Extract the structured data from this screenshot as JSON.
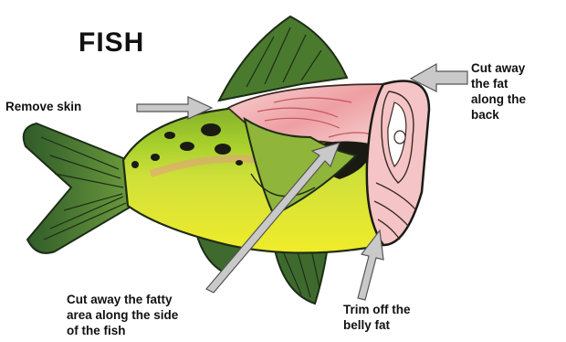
{
  "title": "FISH",
  "labels": {
    "remove_skin": "Remove skin",
    "cut_back": "Cut away\nthe fat\nalong the\nback",
    "cut_side": "Cut away the fatty\narea along the side\nof the fish",
    "trim_belly": "Trim off the\nbelly fat"
  },
  "colors": {
    "body_green": "#a6cf2c",
    "body_yellow": "#e8e62a",
    "fin_dark": "#3f6a2e",
    "meat_pink": "#f1b6b8",
    "arrow_gray": "#c9c9c9"
  }
}
